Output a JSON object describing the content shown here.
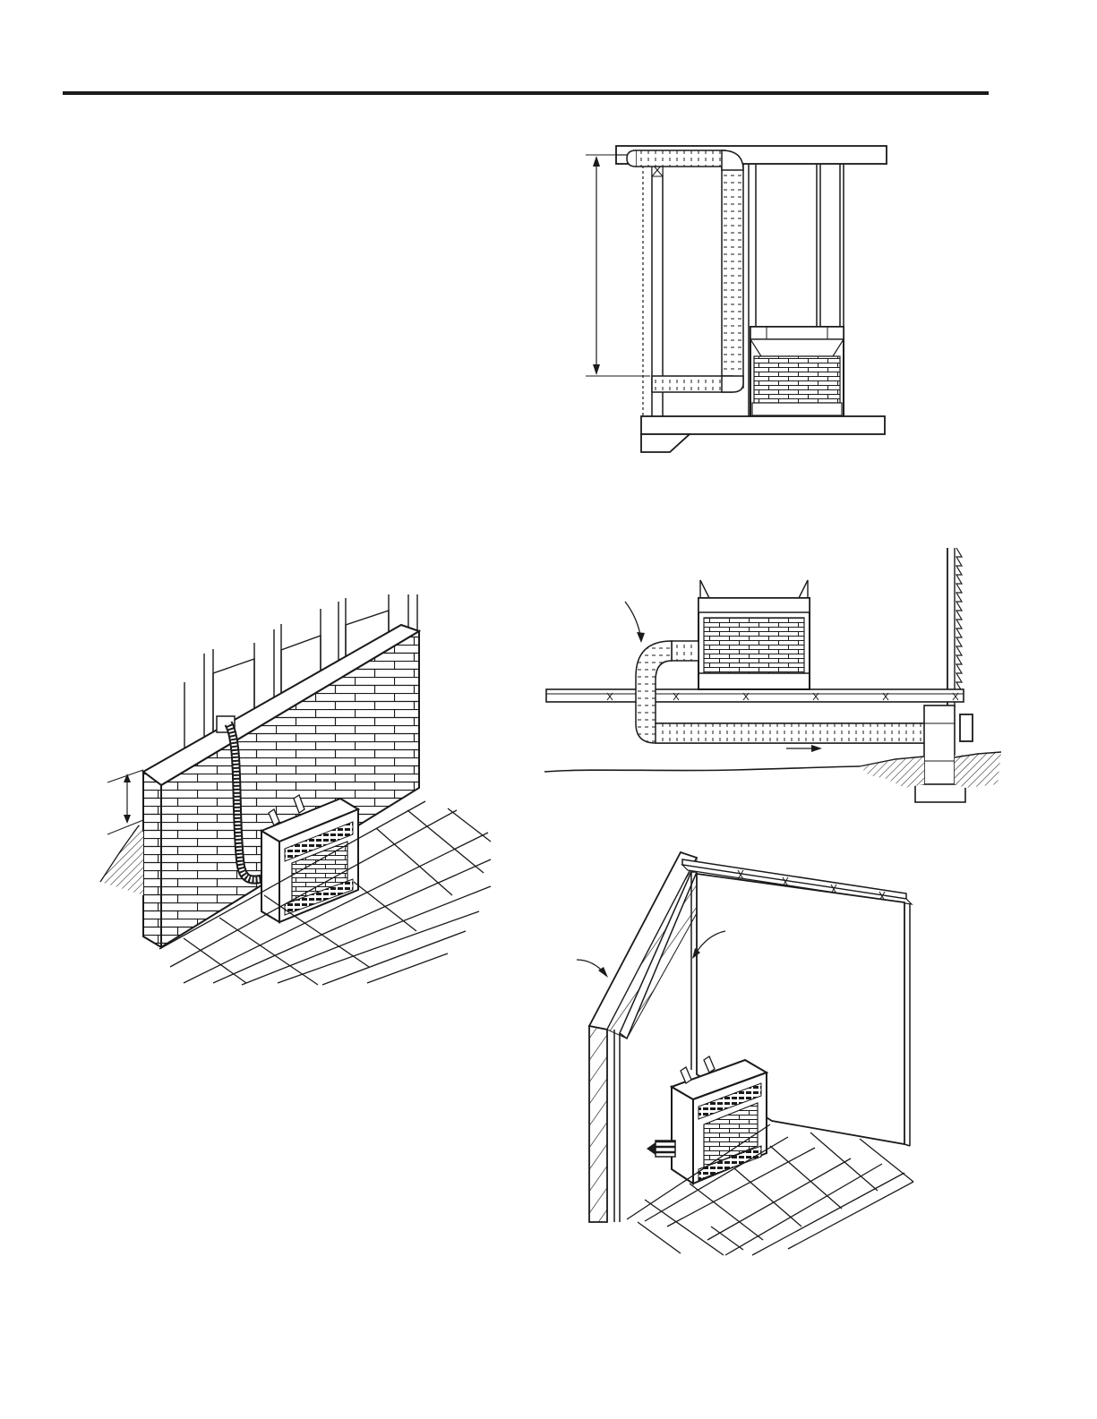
{
  "colors": {
    "ink": "#1a1a1a",
    "paper": "#ffffff"
  },
  "figures": [
    {
      "id": "attic-air-intake-section",
      "labels": []
    },
    {
      "id": "outside-wall-flexible-duct",
      "labels": []
    },
    {
      "id": "crawl-space-air-intake-section",
      "labels": []
    },
    {
      "id": "corner-installation-exterior-wall",
      "labels": []
    }
  ]
}
